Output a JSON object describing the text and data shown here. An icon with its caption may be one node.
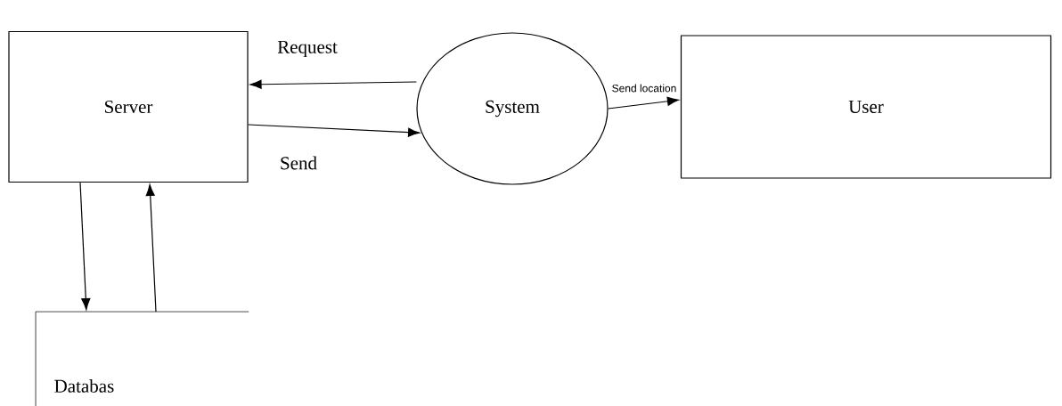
{
  "diagram": {
    "nodes": [
      {
        "text": [
          "Server"
        ]
      },
      {
        "text": [
          "System"
        ]
      },
      {
        "text": [
          "User"
        ]
      },
      {
        "text": [
          "Databas"
        ]
      }
    ],
    "edges": [
      {
        "from": 1,
        "to": 0,
        "arrow": "to",
        "label": "Request"
      },
      {
        "from": 0,
        "to": 1,
        "arrow": "to",
        "label": "Send"
      },
      {
        "from": 1,
        "to": 2,
        "arrow": "to",
        "label": "Send location"
      },
      {
        "from": 0,
        "to": 3,
        "arrow": "to"
      },
      {
        "from": 3,
        "to": 0,
        "arrow": "to"
      }
    ]
  }
}
